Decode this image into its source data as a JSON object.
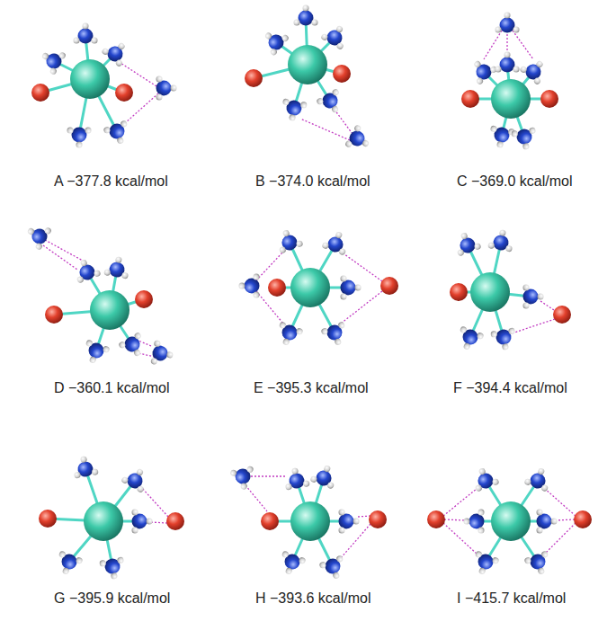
{
  "diagram": {
    "labels": [
      "A −377.8 kcal/mol",
      "B −374.0 kcal/mol",
      "C −369.0 kcal/mol",
      "D −360.1 kcal/mol",
      "E −395.3 kcal/mol",
      "F −394.4 kcal/mol",
      "G −395.9 kcal/mol",
      "H −393.6 kcal/mol",
      "I −415.7 kcal/mol"
    ]
  }
}
